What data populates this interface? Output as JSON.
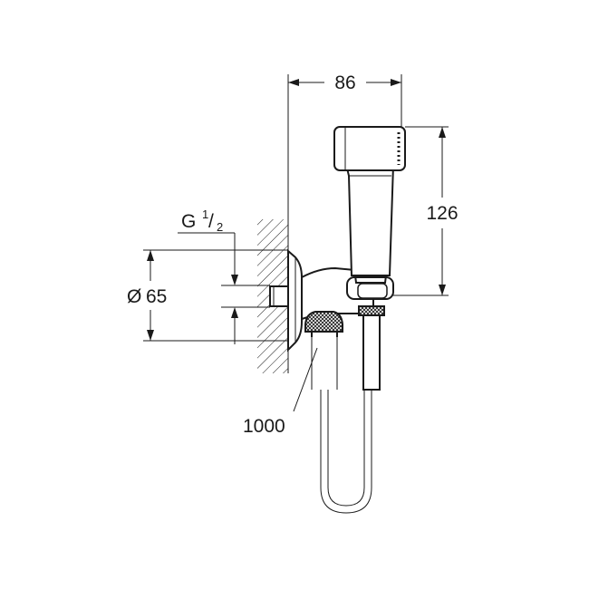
{
  "drawing": {
    "dimensions": {
      "width_value": "86",
      "height_value": "126",
      "thread_prefix": "G",
      "thread_num": "1",
      "thread_den": "2",
      "diameter_symbol": "Ø",
      "diameter_value": "65",
      "hose_length": "1000"
    }
  }
}
